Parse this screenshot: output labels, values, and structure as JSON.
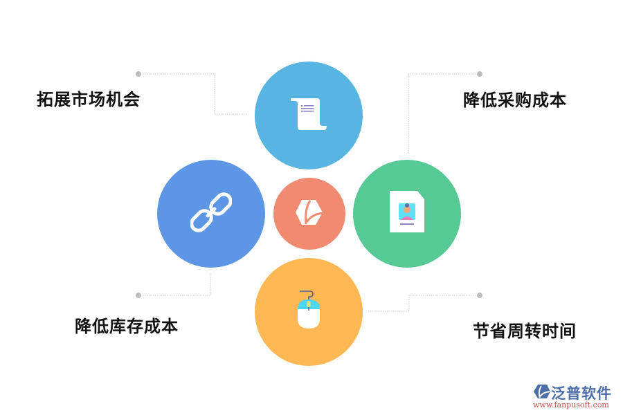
{
  "diagram": {
    "center": {
      "icon": "brand-hexagon-icon",
      "color": "#f08a70"
    },
    "nodes": [
      {
        "id": "top",
        "label": "拓展市场机会",
        "icon": "scroll-icon",
        "color": "#58b5e2"
      },
      {
        "id": "right",
        "label": "降低采购成本",
        "icon": "profile-document-icon",
        "color": "#56c995"
      },
      {
        "id": "left",
        "label": "降低库存成本",
        "icon": "chain-link-icon",
        "color": "#5d96e5"
      },
      {
        "id": "bottom",
        "label": "节省周转时间",
        "icon": "computer-mouse-icon",
        "color": "#fdb853"
      }
    ],
    "connector_color": "#c8c8c8",
    "label_color": "#111111"
  },
  "watermark": {
    "brand": "泛普软件",
    "url": "www.fanpusoft.com"
  }
}
